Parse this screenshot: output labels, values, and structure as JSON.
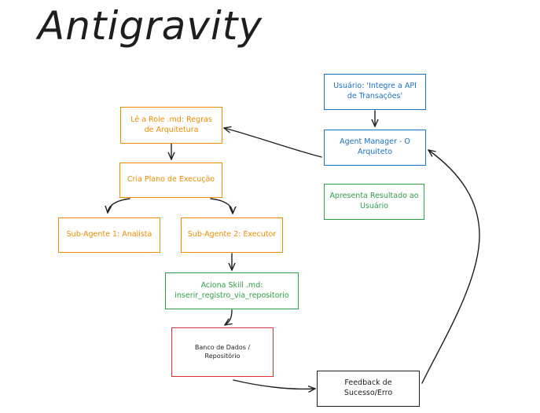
{
  "title": "Antigravity",
  "nodes": {
    "lerole": "Lê a Role .md: Regras de Arquitetura",
    "plano": "Cria Plano de Execução",
    "analista": "Sub-Agente 1: Analista",
    "executor": "Sub-Agente 2: Executor",
    "skill": "Aciona Skill .md: inserir_registro_via_repositorio",
    "banco": "Banco de Dados / Repositório",
    "feedback": "Feedback de Sucesso/Erro",
    "usuario": "Usuário: 'Integre a API de Transações'",
    "manager": "Agent Manager - O Arquiteto",
    "resultado": "Apresenta Resultado ao Usuário"
  },
  "colors": {
    "orange": "#f08c00",
    "blue": "#1971c2",
    "green": "#2f9e44",
    "red": "#e03131",
    "black": "#1e1e1e"
  }
}
